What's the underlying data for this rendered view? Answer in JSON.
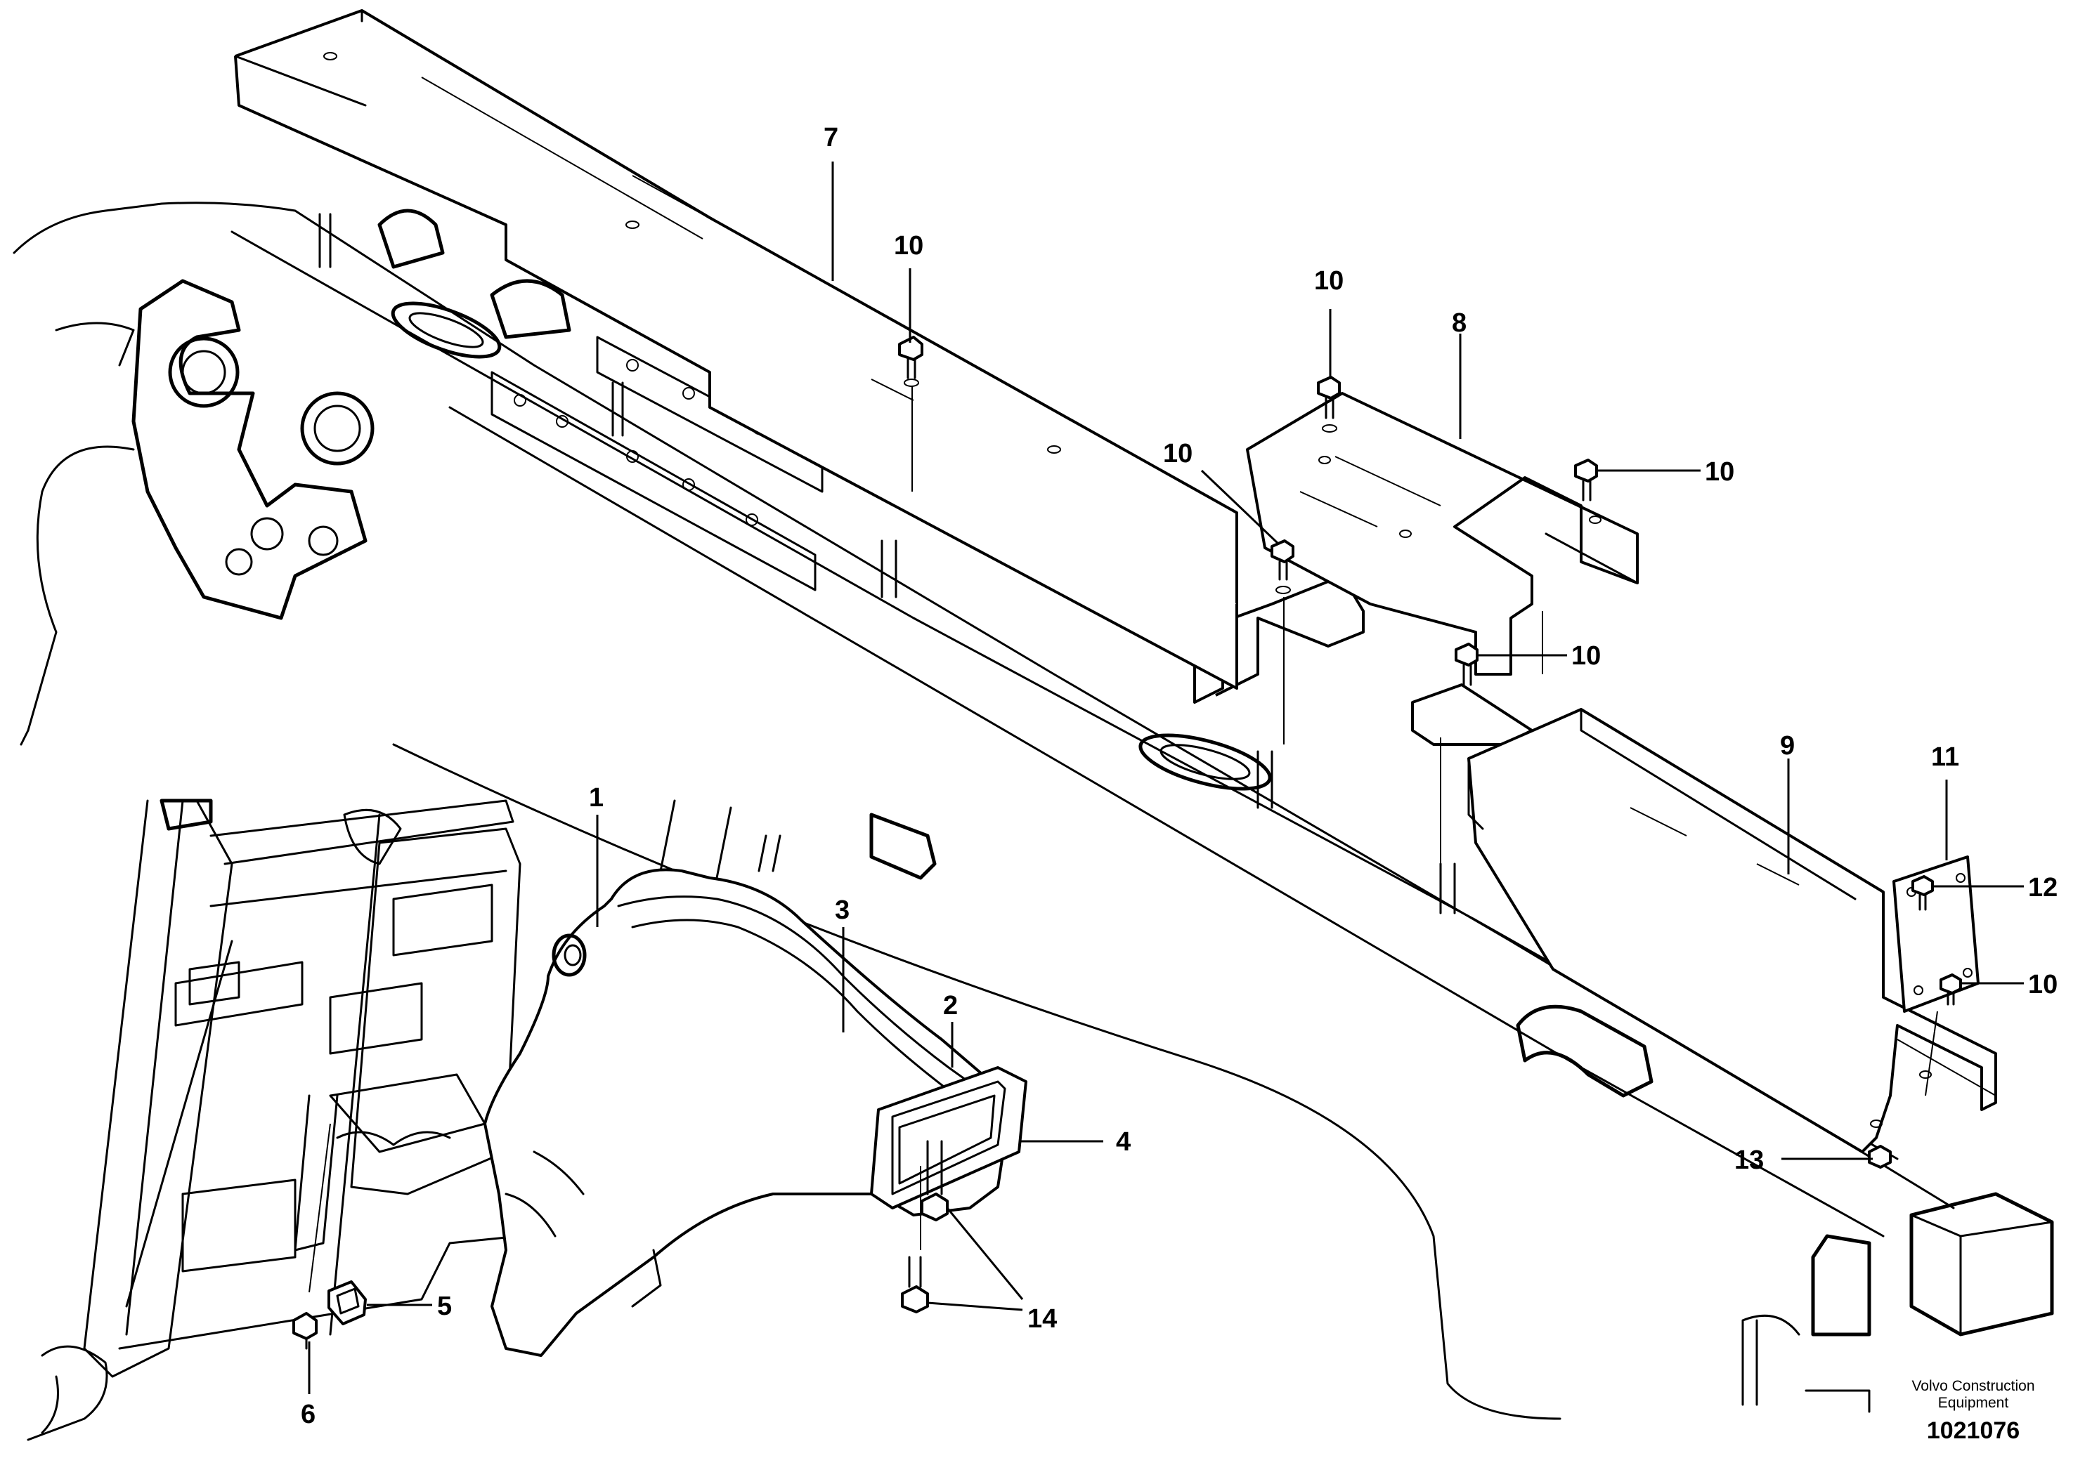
{
  "callouts": {
    "c1": "1",
    "c2": "2",
    "c3": "3",
    "c4": "4",
    "c5": "5",
    "c6": "6",
    "c7": "7",
    "c8": "8",
    "c9": "9",
    "c10": "10",
    "c11": "11",
    "c12": "12",
    "c13": "13",
    "c14": "14"
  },
  "brand": {
    "line1": "Volvo Construction",
    "line2": "Equipment"
  },
  "document_number": "1021076"
}
